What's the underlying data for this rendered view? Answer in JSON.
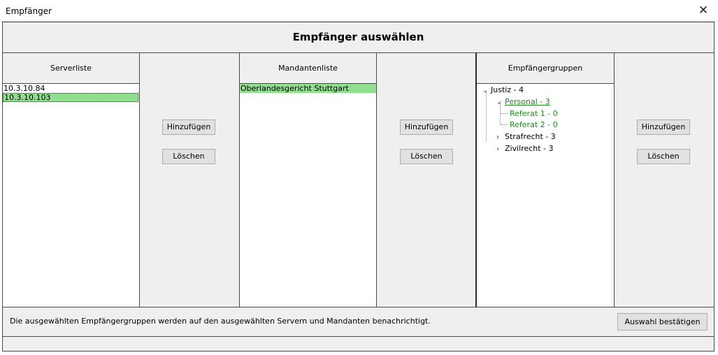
{
  "window": {
    "title": "Empfänger",
    "close_glyph": "✕"
  },
  "header": {
    "title": "Empfänger auswählen"
  },
  "serverliste": {
    "heading": "Serverliste",
    "items": [
      "10.3.10.84",
      "10.3.10.103"
    ],
    "selected_index": 1,
    "add_label": "Hinzufügen",
    "delete_label": "Löschen"
  },
  "mandantenliste": {
    "heading": "Mandantenliste",
    "items": [
      "Oberlandesgericht Stuttgart"
    ],
    "selected_index": 0,
    "add_label": "Hinzufügen",
    "delete_label": "Löschen"
  },
  "gruppen": {
    "heading": "Empfängergruppen",
    "tree": {
      "root": "Justiz - 4",
      "personal": "Personal - 3",
      "referat1": "Referat 1 - 0",
      "referat2": "Referat 2 - 0",
      "strafrecht": "Strafrecht - 3",
      "zivilrecht": "Zivilrecht - 3"
    },
    "add_label": "Hinzufügen",
    "delete_label": "Löschen"
  },
  "footer": {
    "message": "Die ausgewählten Empfängergruppen werden auf den ausgewählten Servern und Mandanten benachrichtigt.",
    "confirm_label": "Auswahl bestätigen"
  },
  "colors": {
    "selection": "#90e090",
    "tree_green": "#208a20",
    "border": "#4a4a4a"
  }
}
